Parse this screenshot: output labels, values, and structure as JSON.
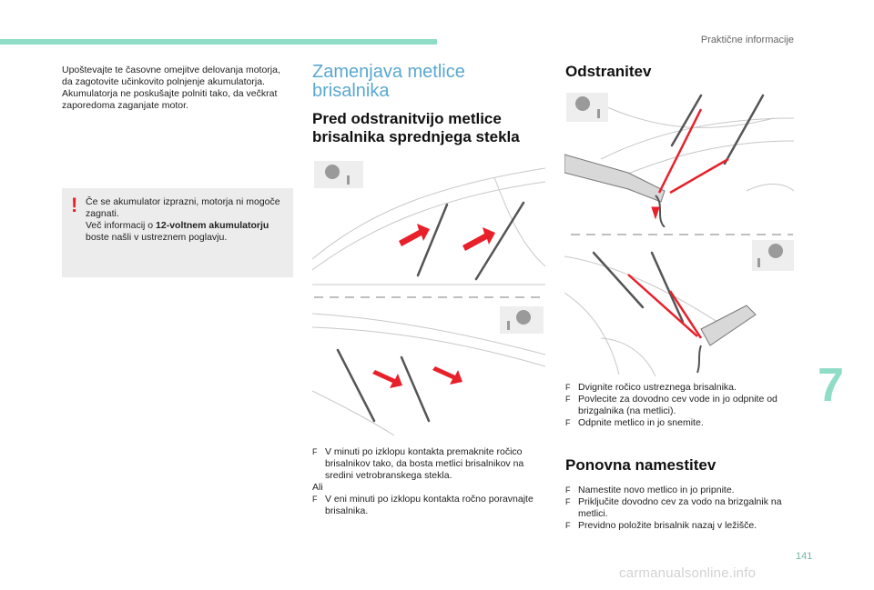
{
  "header": {
    "section": "Praktične informacije"
  },
  "col1": {
    "p1": "Upoštevajte te časovne omejitve delovanja motorja, da zagotovite učinkovito polnjenje akumulatorja.",
    "p2": "Akumulatorja ne poskušajte polniti tako, da večkrat zaporedoma zaganjate motor.",
    "warning": {
      "t1": "Če se akumulator izprazni, motorja ni mogoče zagnati.",
      "t2": "Več informacij o",
      "t2_bold": "12-voltnem akumulatorju",
      "t2_end": "boste našli v ustreznem poglavju."
    }
  },
  "col2": {
    "title": "Zamenjava metlice brisalnika",
    "subtitle": "Pred odstranitvijo metlice brisalnika sprednjega stekla",
    "b1": "V minuti po izklopu kontakta premaknite ročico brisalnikov tako, da bosta metlici brisalnikov na sredini vetrobranskega stekla.",
    "ali": "Ali",
    "b2": "V eni minuti po izklopu kontakta ročno poravnajte brisalnika."
  },
  "col3": {
    "title1": "Odstranitev",
    "b1": "Dvignite ročico ustreznega brisalnika.",
    "b2": "Povlecite za dovodno cev vode in jo odpnite od brizgalnika (na metlici).",
    "b3": "Odpnite metlico in jo snemite.",
    "title2": "Ponovna namestitev",
    "b4": "Namestite novo metlico in jo pripnite.",
    "b5": "Priključite dovodno cev za vodo na brizgalnik na metlici.",
    "b6": "Previdno položite brisalnik nazaj v ležišče."
  },
  "bullet_symbol": "F",
  "warning_symbol": "!",
  "chapter": "7",
  "page_number": "141",
  "watermark": "carmanualsonline.info",
  "colors": {
    "accent": "#8fdcc7",
    "title_blue": "#5aa8cf",
    "warning_red": "#e8202a",
    "arrow_red": "#e8202a"
  }
}
